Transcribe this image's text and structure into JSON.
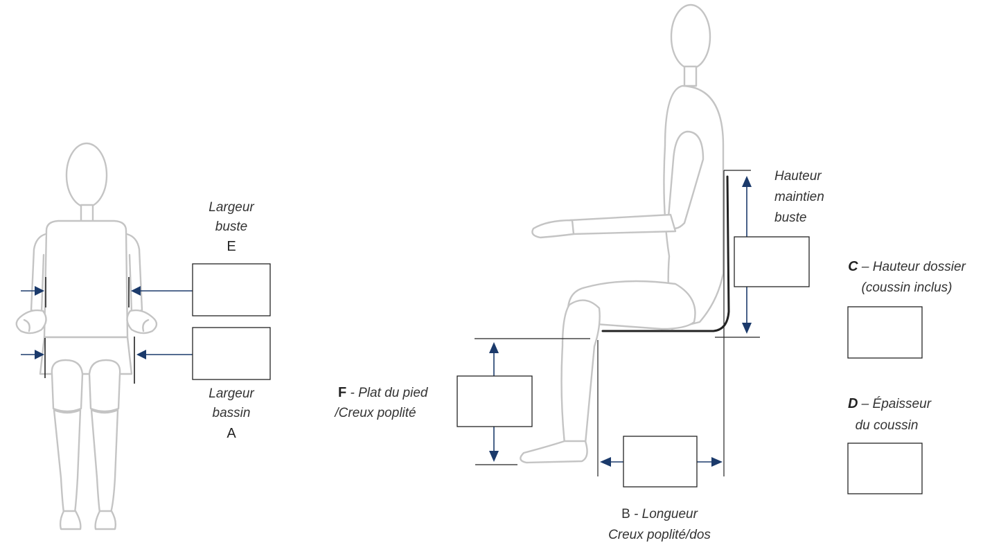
{
  "front_view": {
    "largeur_buste_line1": "Largeur",
    "largeur_buste_line2": "buste",
    "letter_e": "E",
    "largeur_bassin_line1": "Largeur",
    "largeur_bassin_line2": "bassin",
    "letter_a": "A"
  },
  "side_view": {
    "hauteur_line1": "Hauteur",
    "hauteur_line2": "maintien",
    "hauteur_line3": "buste",
    "f_letter": "F",
    "f_rest": " - Plat du pied",
    "f_line2": "/Creux poplité",
    "b_letter": "B",
    "b_rest": " - Longueur",
    "b_line2": "Creux poplité/dos"
  },
  "right_panel": {
    "c_letter": "C",
    "c_rest": " – Hauteur dossier",
    "c_line2": "(coussin inclus)",
    "d_letter": "D",
    "d_rest": " – Épaisseur",
    "d_line2": "du coussin"
  },
  "colors": {
    "arrow": "#1b3a6b",
    "figure_outline": "#c4c4c4",
    "text": "#333333"
  }
}
